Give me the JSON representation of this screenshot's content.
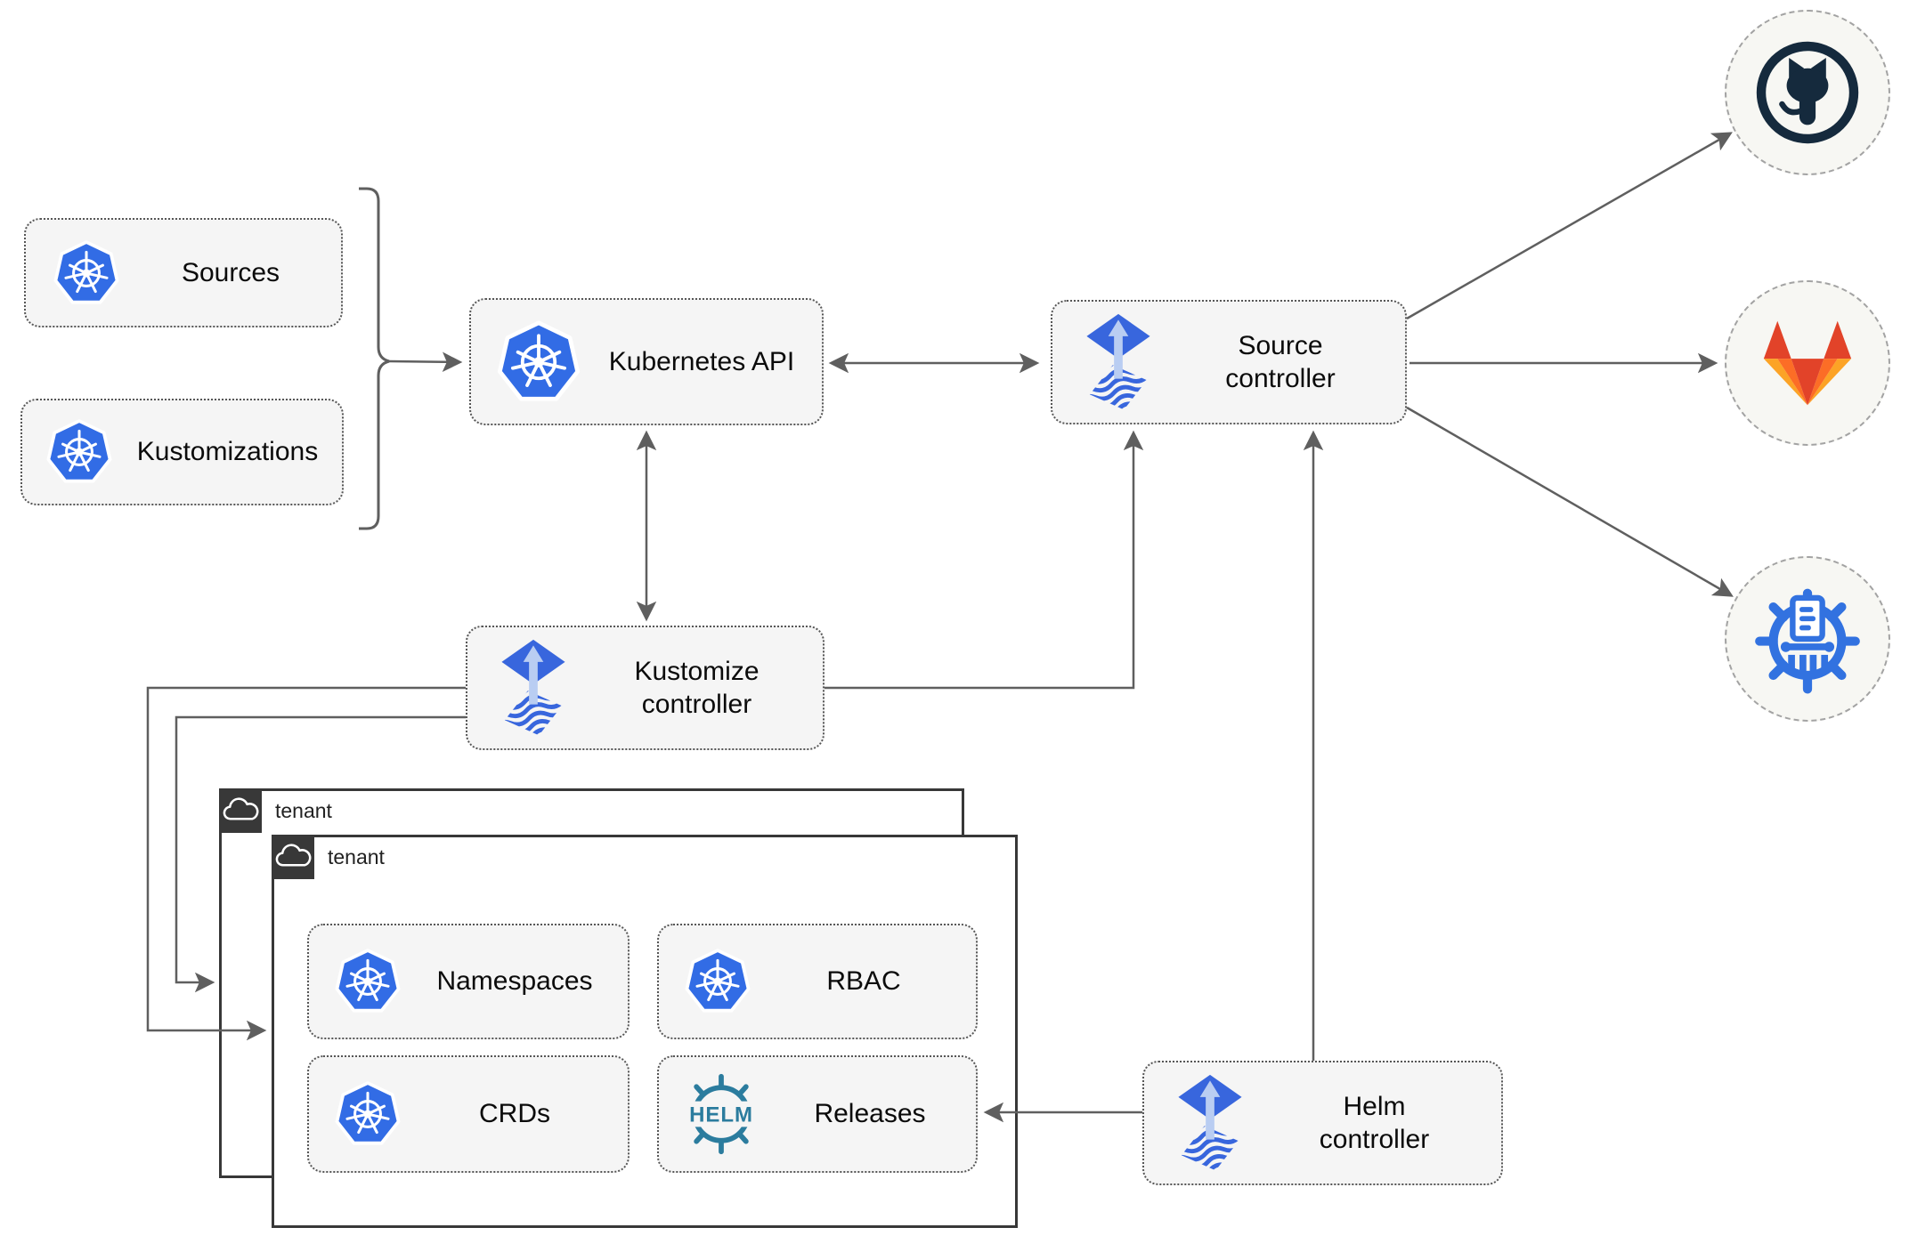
{
  "diagram": {
    "nodes": {
      "sources": {
        "label": "Sources"
      },
      "kustomizations": {
        "label": "Kustomizations"
      },
      "kubernetes_api": {
        "label": "Kubernetes API"
      },
      "source_controller": {
        "line1": "Source",
        "line2": "controller"
      },
      "kustomize_controller": {
        "line1": "Kustomize",
        "line2": "controller"
      },
      "helm_controller": {
        "line1": "Helm",
        "line2": "controller"
      },
      "namespaces": {
        "label": "Namespaces"
      },
      "rbac": {
        "label": "RBAC"
      },
      "crds": {
        "label": "CRDs"
      },
      "releases": {
        "label": "Releases"
      }
    },
    "tenants": {
      "back_label": "tenant",
      "front_label": "tenant"
    },
    "helm_logo_text": "HELM",
    "icons": {
      "kubernetes": "kubernetes-icon",
      "flux": "flux-icon",
      "helm": "helm-icon",
      "github": "github-icon",
      "gitlab": "gitlab-icon",
      "chartmuseum": "chartmuseum-icon",
      "cloud": "cloud-icon"
    },
    "colors": {
      "node_fill": "#f5f5f5",
      "node_border": "#565656",
      "connector_gray": "#5f5f5f",
      "tenant_border": "#383838",
      "kubernetes_blue": "#326ce5",
      "flux_blue": "#3866dd",
      "flux_light_arrow": "#b9cdf2",
      "helm_teal": "#2b7c9e",
      "github_navy": "#152a3d",
      "gitlab_dark_orange": "#e24329",
      "gitlab_orange": "#fc6d26",
      "gitlab_light_orange": "#fca326",
      "chartmuseum_blue": "#3272e0"
    }
  }
}
